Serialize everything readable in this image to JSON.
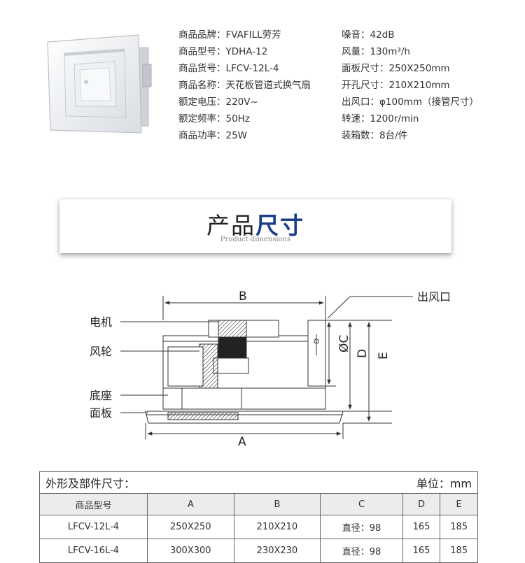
{
  "specs_left": [
    {
      "label": "商品品牌：",
      "value": "FVAFILL劳芳"
    },
    {
      "label": "商品型号：",
      "value": "YDHA-12"
    },
    {
      "label": "商品货号：",
      "value": "LFCV-12L-4"
    },
    {
      "label": "商品名称：",
      "value": "天花板管道式换气扇"
    },
    {
      "label": "额定电压：",
      "value": "220V~"
    },
    {
      "label": "额定频率：",
      "value": "50Hz"
    },
    {
      "label": "商品功率：",
      "value": "25W"
    }
  ],
  "specs_right": [
    {
      "label": "噪音：",
      "value": "42dB"
    },
    {
      "label": "风量：",
      "value": "130m³/h"
    },
    {
      "label": "面板尺寸：",
      "value": "250X250mm"
    },
    {
      "label": "开孔尺寸：",
      "value": "210X210mm"
    },
    {
      "label": "出风口：",
      "value": "φ100mm（接管尺寸）"
    },
    {
      "label": "转速：",
      "value": "1200r/min"
    },
    {
      "label": "装箱数：",
      "value": "8台/件"
    }
  ],
  "banner": {
    "title_a": "产品",
    "title_b": "尺寸",
    "subtitle": "Product dimensions"
  },
  "diagram": {
    "labels": {
      "motor": "电机",
      "impeller": "风轮",
      "base": "底座",
      "panel": "面板",
      "outlet": "出风口"
    },
    "dims": {
      "a": "A",
      "b": "B",
      "c": "ØC",
      "d": "D",
      "e": "E"
    }
  },
  "table": {
    "caption": "外形及部件尺寸：",
    "unit": "单位：mm",
    "headers": [
      "商品型号",
      "A",
      "B",
      "C",
      "D",
      "E"
    ],
    "rows": [
      [
        "LFCV-12L-4",
        "250X250",
        "210X210",
        "直径：98",
        "165",
        "185"
      ],
      [
        "LFCV-16L-4",
        "300X300",
        "230X230",
        "直径：98",
        "165",
        "185"
      ]
    ]
  },
  "colors": {
    "accent": "#1c3f8a",
    "table_header_bg": "#ececec",
    "panel_white": "#f4f5f7"
  }
}
